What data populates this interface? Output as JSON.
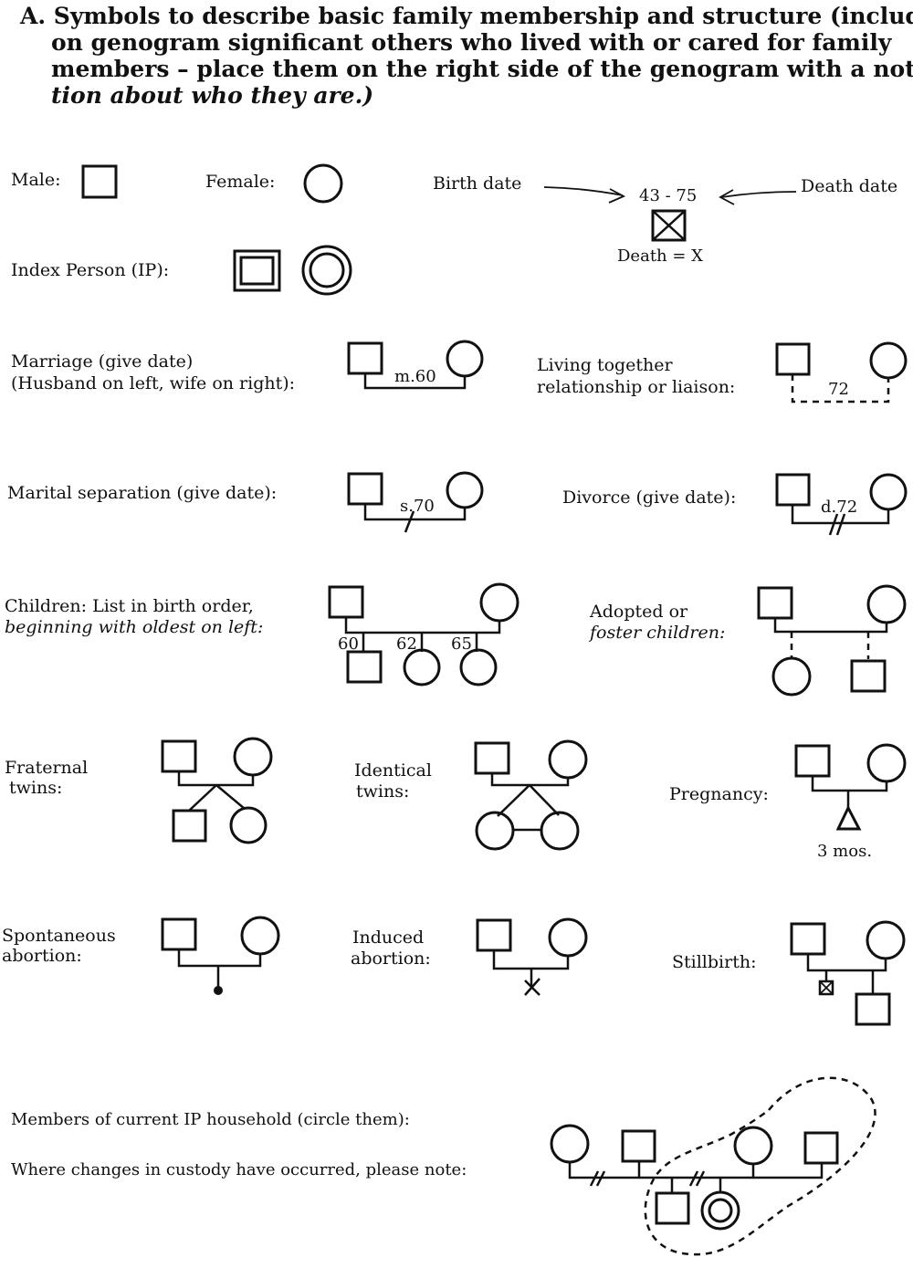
{
  "header": {
    "lines": [
      "A. Symbols to describe basic family membership and structure (include",
      "on genogram significant others who lived with or cared for family",
      "members – place them on the right side of the genogram with a nota-",
      "tion about who they are.)"
    ]
  },
  "labels": {
    "male": "Male:",
    "female": "Female:",
    "birth_date": "Birth date",
    "death_date": "Death date",
    "death_years": "43 - 75",
    "death_x": "Death = X",
    "index_person": "Index Person (IP):",
    "marriage_1": "Marriage (give date)",
    "marriage_2": "(Husband on left, wife on right):",
    "marriage_date": "m.60",
    "living_1": "Living together",
    "living_2": "relationship or liaison:",
    "living_date": "72",
    "separation": "Marital separation (give date):",
    "separation_date": "s.70",
    "divorce": "Divorce (give date):",
    "divorce_date": "d.72",
    "children_1": "Children: List in birth order,",
    "children_2": "beginning with oldest on left:",
    "child_years": [
      "60",
      "62",
      "65"
    ],
    "adopted_1": "Adopted or",
    "adopted_2": "foster children:",
    "fraternal_1": "Fraternal",
    "fraternal_2": "twins:",
    "identical_1": "Identical",
    "identical_2": "twins:",
    "pregnancy": "Pregnancy:",
    "pregnancy_term": "3 mos.",
    "spontaneous_1": "Spontaneous",
    "spontaneous_2": "abortion:",
    "induced_1": "Induced",
    "induced_2": "abortion:",
    "stillbirth": "Stillbirth:",
    "household": "Members of current IP household (circle them):",
    "custody": "Where changes in custody have occurred, please note:"
  }
}
